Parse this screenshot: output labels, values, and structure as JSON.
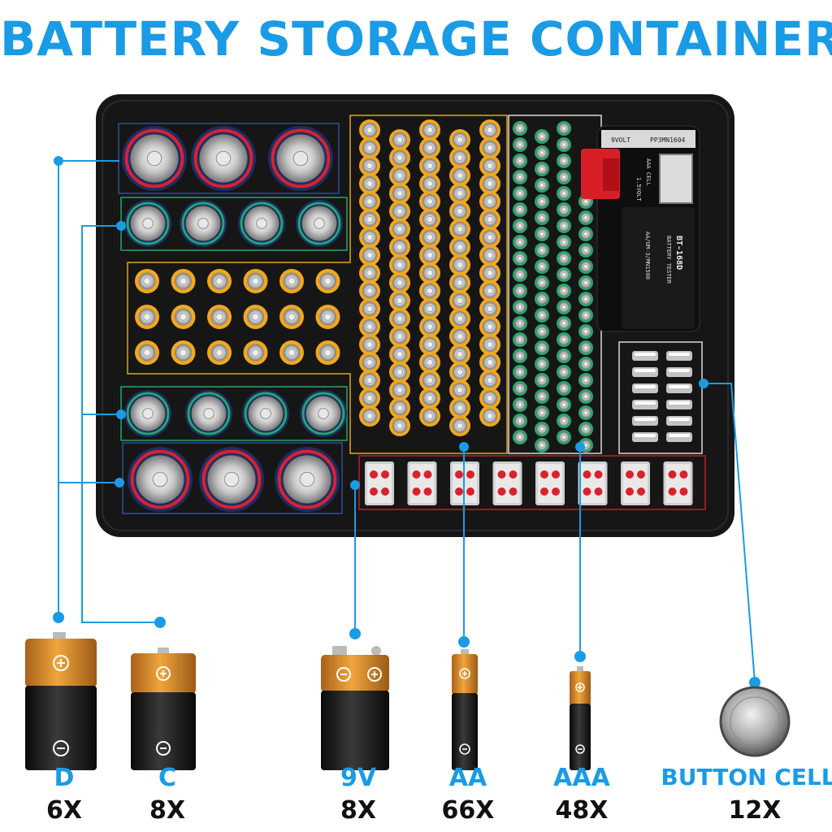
{
  "title": "BATTERY STORAGE CONTAINER",
  "colors": {
    "accent": "#1a9be6",
    "case": "#161616",
    "gold": "#f2a81d",
    "copper": "#d98b2b",
    "label_dark": "#111111"
  },
  "tester": {
    "model": "BT-168D",
    "name": "BATTERY TESTER",
    "top_left": "9VOLT",
    "top_right": "PP3MN1604",
    "side": "1.5VOLT",
    "cell": "AAA CELL",
    "sizes": "AA/UM-3/MN1500"
  },
  "batteries": [
    {
      "type": "D",
      "count": "6X"
    },
    {
      "type": "C",
      "count": "8X"
    },
    {
      "type": "9V",
      "count": "8X"
    },
    {
      "type": "AA",
      "count": "66X"
    },
    {
      "type": "AAA",
      "count": "48X"
    },
    {
      "type": "BUTTON CELL",
      "count": "12X"
    }
  ]
}
